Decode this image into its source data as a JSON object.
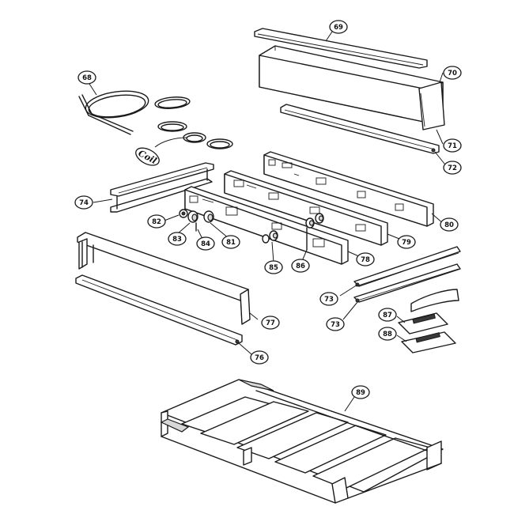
{
  "diagram": {
    "callouts": [
      {
        "id": "69",
        "label": "69"
      },
      {
        "id": "70",
        "label": "70"
      },
      {
        "id": "71",
        "label": "71"
      },
      {
        "id": "72",
        "label": "72"
      },
      {
        "id": "68",
        "label": "68"
      },
      {
        "id": "74",
        "label": "74"
      },
      {
        "id": "80",
        "label": "80"
      },
      {
        "id": "82",
        "label": "82"
      },
      {
        "id": "83",
        "label": "83"
      },
      {
        "id": "84",
        "label": "84"
      },
      {
        "id": "81",
        "label": "81"
      },
      {
        "id": "79",
        "label": "79"
      },
      {
        "id": "85",
        "label": "85"
      },
      {
        "id": "86",
        "label": "86"
      },
      {
        "id": "78",
        "label": "78"
      },
      {
        "id": "77",
        "label": "77"
      },
      {
        "id": "73a",
        "label": "73"
      },
      {
        "id": "73b",
        "label": "73"
      },
      {
        "id": "87",
        "label": "87"
      },
      {
        "id": "88",
        "label": "88"
      },
      {
        "id": "76",
        "label": "76"
      },
      {
        "id": "89",
        "label": "89"
      }
    ],
    "script_label": "Coil"
  }
}
